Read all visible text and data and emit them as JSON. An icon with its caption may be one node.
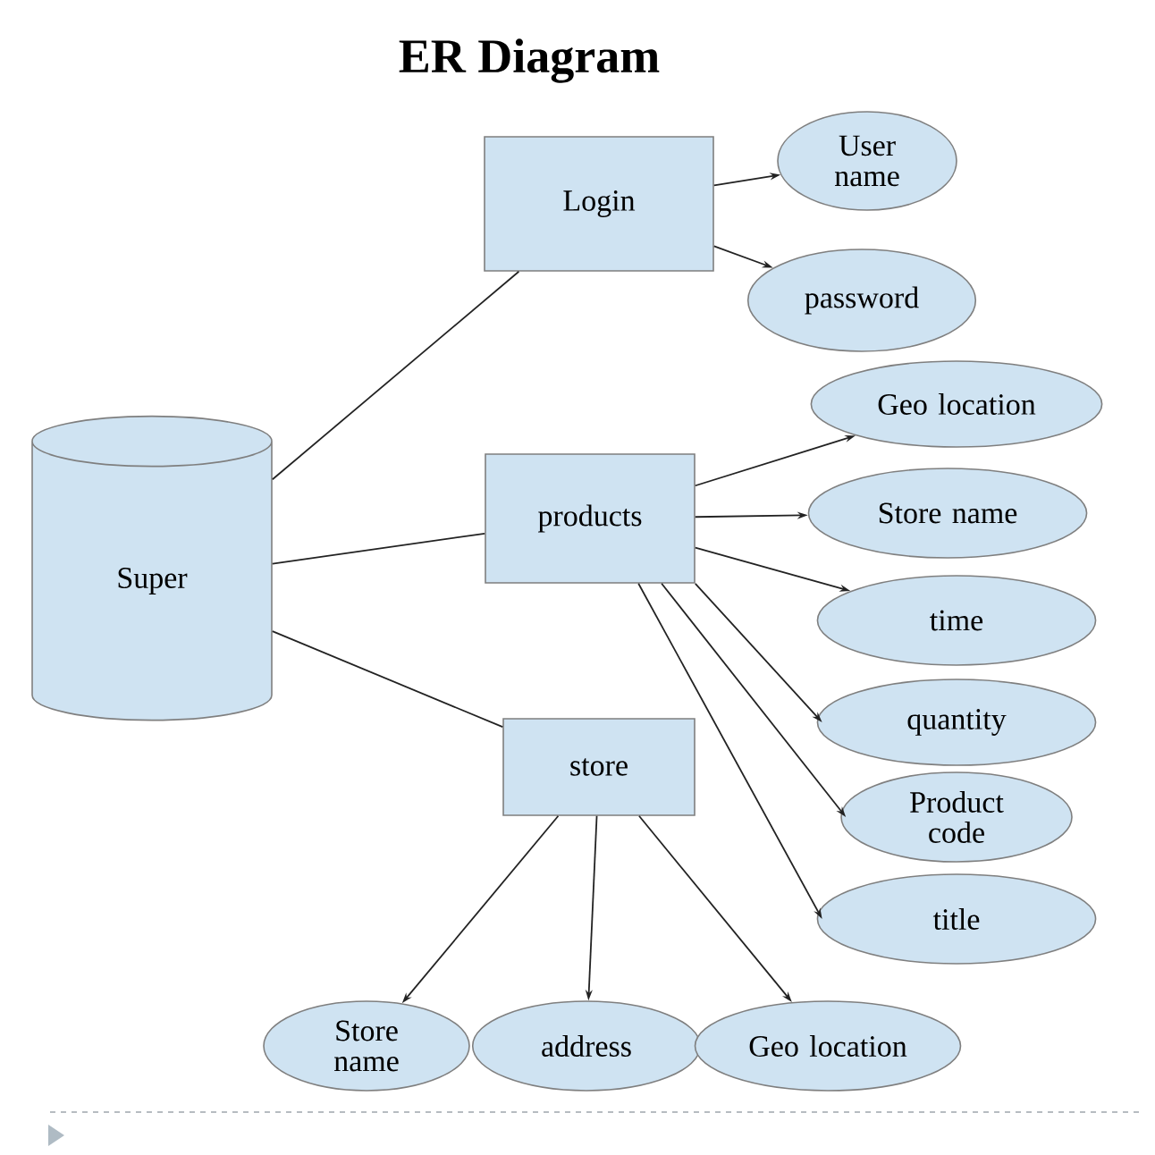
{
  "diagram": {
    "title": "ER Diagram",
    "nodes": [
      {
        "text": [
          "Super"
        ]
      },
      {
        "text": [
          "Login"
        ]
      },
      {
        "text": [
          "products"
        ]
      },
      {
        "text": [
          "store"
        ]
      },
      {
        "text": [
          "User name"
        ]
      },
      {
        "text": [
          "password"
        ]
      },
      {
        "text": [
          "Geo location"
        ]
      },
      {
        "text": [
          "Store name"
        ]
      },
      {
        "text": [
          "time"
        ]
      },
      {
        "text": [
          "quantity"
        ]
      },
      {
        "text": [
          "Product code"
        ]
      },
      {
        "text": [
          "title"
        ]
      },
      {
        "text": [
          "Store name"
        ]
      },
      {
        "text": [
          "address"
        ]
      },
      {
        "text": [
          "Geo location"
        ]
      }
    ],
    "edges": [
      {
        "from": 0,
        "to": 1,
        "arrow": "none"
      },
      {
        "from": 0,
        "to": 2,
        "arrow": "none"
      },
      {
        "from": 0,
        "to": 3,
        "arrow": "none"
      },
      {
        "from": 1,
        "to": 4,
        "arrow": "to"
      },
      {
        "from": 1,
        "to": 5,
        "arrow": "to"
      },
      {
        "from": 2,
        "to": 6,
        "arrow": "to"
      },
      {
        "from": 2,
        "to": 7,
        "arrow": "to"
      },
      {
        "from": 2,
        "to": 8,
        "arrow": "to"
      },
      {
        "from": 2,
        "to": 9,
        "arrow": "to"
      },
      {
        "from": 2,
        "to": 10,
        "arrow": "to"
      },
      {
        "from": 2,
        "to": 11,
        "arrow": "to"
      },
      {
        "from": 3,
        "to": 12,
        "arrow": "to"
      },
      {
        "from": 3,
        "to": 13,
        "arrow": "to"
      },
      {
        "from": 3,
        "to": 14,
        "arrow": "to"
      }
    ]
  }
}
